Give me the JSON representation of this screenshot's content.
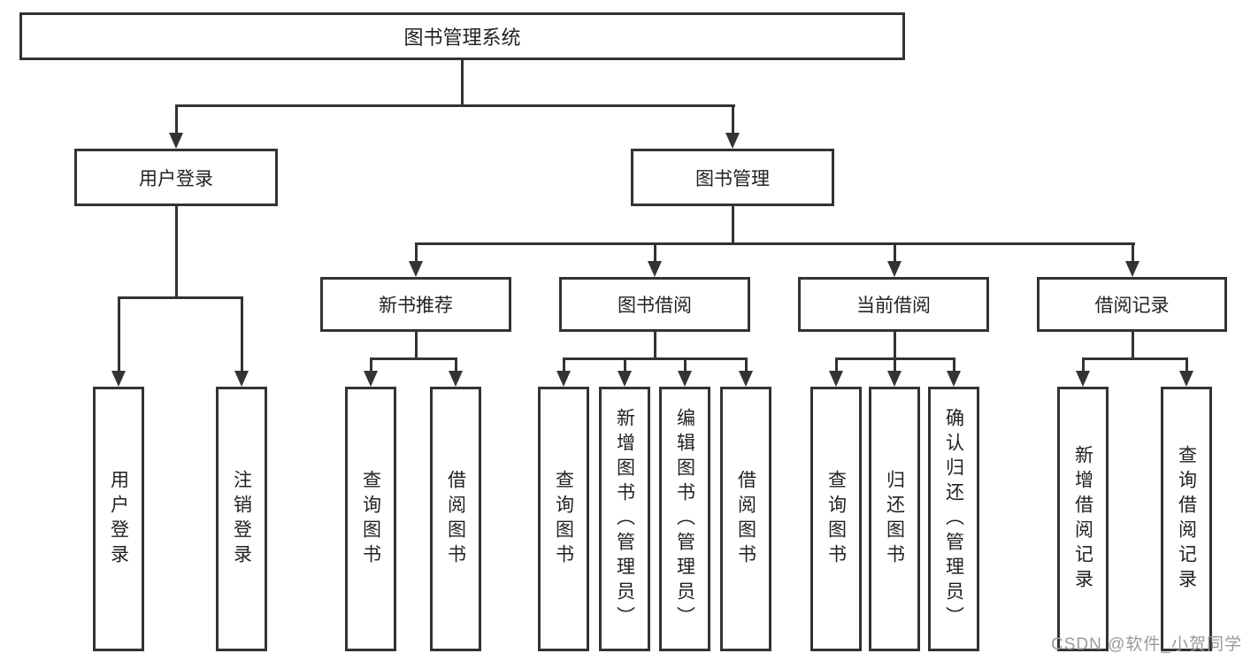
{
  "diagram": {
    "root": {
      "label": "图书管理系统"
    },
    "level2": [
      {
        "label": "用户登录"
      },
      {
        "label": "图书管理"
      }
    ],
    "level3": [
      {
        "label": "新书推荐"
      },
      {
        "label": "图书借阅"
      },
      {
        "label": "当前借阅"
      },
      {
        "label": "借阅记录"
      }
    ],
    "leaves": {
      "user": [
        "用户登录",
        "注销登录"
      ],
      "recommend": [
        "查询图书",
        "借阅图书"
      ],
      "borrow": [
        "查询图书",
        "新增图书（管理员）",
        "编辑图书（管理员）",
        "借阅图书"
      ],
      "current": [
        "查询图书",
        "归还图书",
        "确认归还（管理员）"
      ],
      "records": [
        "新增借阅记录",
        "查询借阅记录"
      ]
    }
  },
  "watermark": {
    "text": "CSDN @软件_小贺同学"
  },
  "colors": {
    "line": "#333333",
    "border": "#333333",
    "text": "#222222",
    "background": "#ffffff",
    "watermark": "#9a9a9a"
  }
}
